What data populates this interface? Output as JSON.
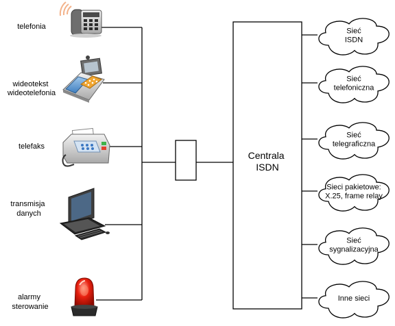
{
  "devices": [
    {
      "lines": [
        "telefonia"
      ],
      "icon": "desk-phone-icon"
    },
    {
      "lines": [
        "wideotekst",
        "wideotelefonia"
      ],
      "icon": "videophone-icon"
    },
    {
      "lines": [
        "telefaks"
      ],
      "icon": "fax-machine-icon"
    },
    {
      "lines": [
        "transmisja",
        "danych"
      ],
      "icon": "computer-icon"
    },
    {
      "lines": [
        "alarmy",
        "sterowanie"
      ],
      "icon": "alarm-beacon-icon"
    }
  ],
  "exchange": {
    "lines": [
      "Centrala",
      "ISDN"
    ]
  },
  "networks": [
    {
      "lines": [
        "Sieć",
        "ISDN"
      ]
    },
    {
      "lines": [
        "Sieć",
        "telefoniczna"
      ]
    },
    {
      "lines": [
        "Sieć",
        "telegraficzna"
      ]
    },
    {
      "lines": [
        "Sieci pakietowe:",
        "X.25, frame relay"
      ]
    },
    {
      "lines": [
        "Sieć",
        "sygnalizacyjna"
      ]
    },
    {
      "lines": [
        "Inne sieci"
      ]
    }
  ]
}
